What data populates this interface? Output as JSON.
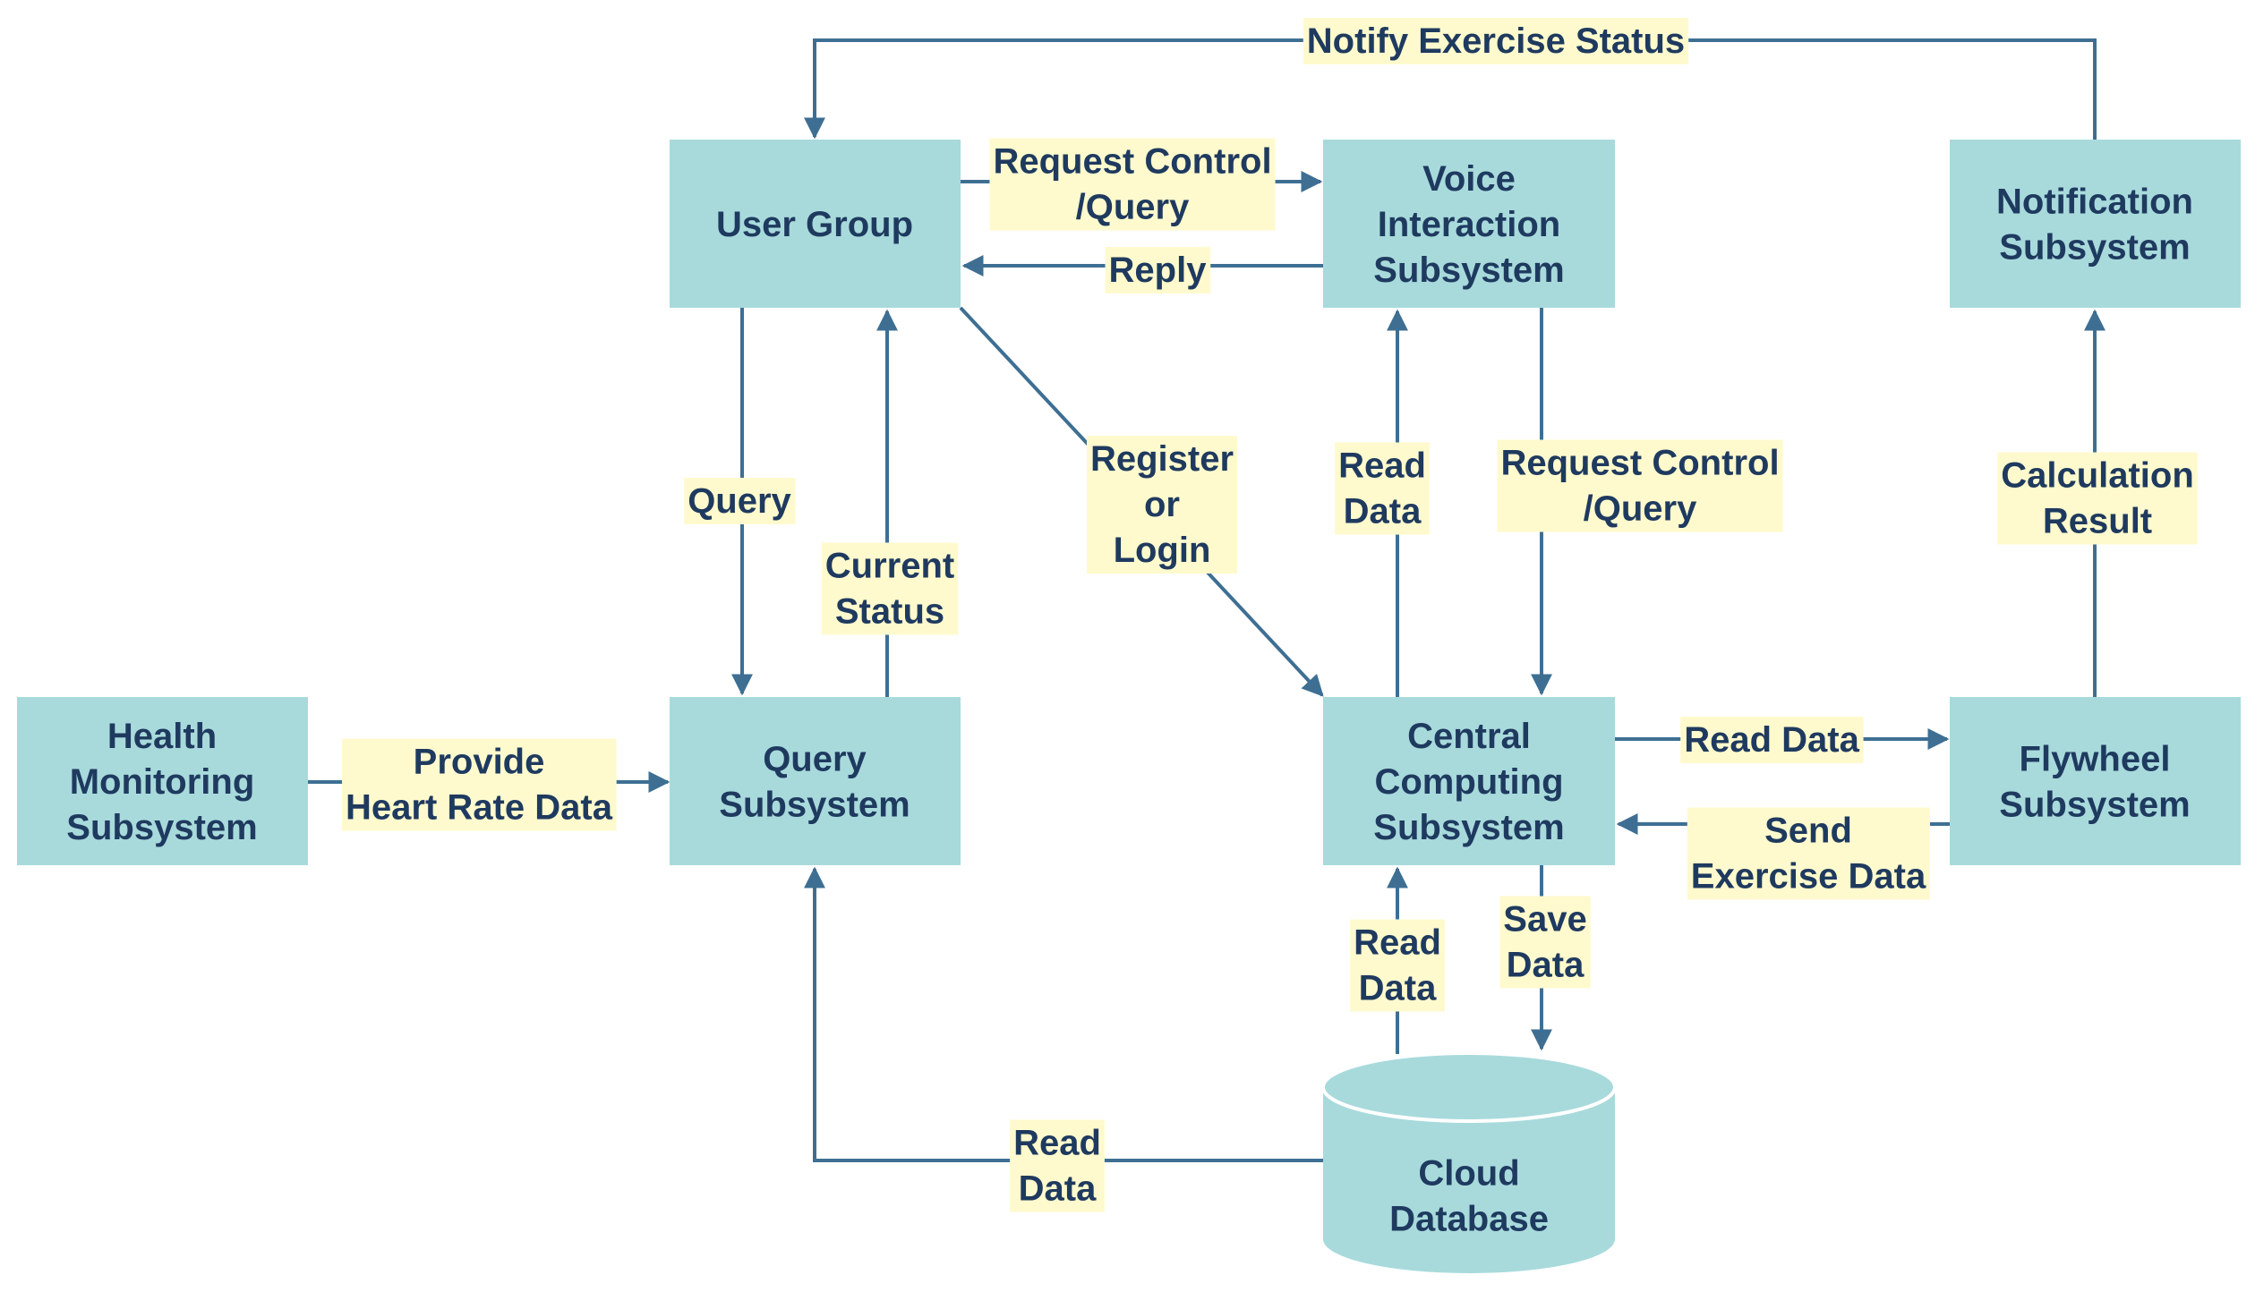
{
  "colors": {
    "node_fill": "#a8dadc",
    "edge": "#3e6f93",
    "label_bg": "#fffacd",
    "text": "#1f3a5f"
  },
  "nodes": {
    "user_group": [
      "User Group"
    ],
    "voice": [
      "Voice",
      "Interaction",
      "Subsystem"
    ],
    "notification": [
      "Notification",
      "Subsystem"
    ],
    "health": [
      "Health",
      "Monitoring",
      "Subsystem"
    ],
    "query": [
      "Query",
      "Subsystem"
    ],
    "central": [
      "Central",
      "Computing",
      "Subsystem"
    ],
    "flywheel": [
      "Flywheel",
      "Subsystem"
    ],
    "cloud": [
      "Cloud",
      "Database"
    ]
  },
  "edges": {
    "notify_exercise_status": [
      "Notify Exercise Status"
    ],
    "request_control_query_top": [
      "Request Control",
      "/Query"
    ],
    "reply": [
      "Reply"
    ],
    "query": [
      "Query"
    ],
    "current_status": [
      "Current",
      "Status"
    ],
    "register_login": [
      "Register",
      "or",
      "Login"
    ],
    "read_data_voice": [
      "Read",
      "Data"
    ],
    "request_control_query_mid": [
      "Request Control",
      "/Query"
    ],
    "calculation_result": [
      "Calculation",
      "Result"
    ],
    "provide_heart_rate": [
      "Provide",
      "Heart Rate Data"
    ],
    "read_data_flywheel": [
      "Read Data"
    ],
    "send_exercise_data": [
      "Send",
      "Exercise Data"
    ],
    "read_data_cloud_central": [
      "Read",
      "Data"
    ],
    "save_data": [
      "Save",
      "Data"
    ],
    "read_data_cloud_query": [
      "Read",
      "Data"
    ]
  }
}
